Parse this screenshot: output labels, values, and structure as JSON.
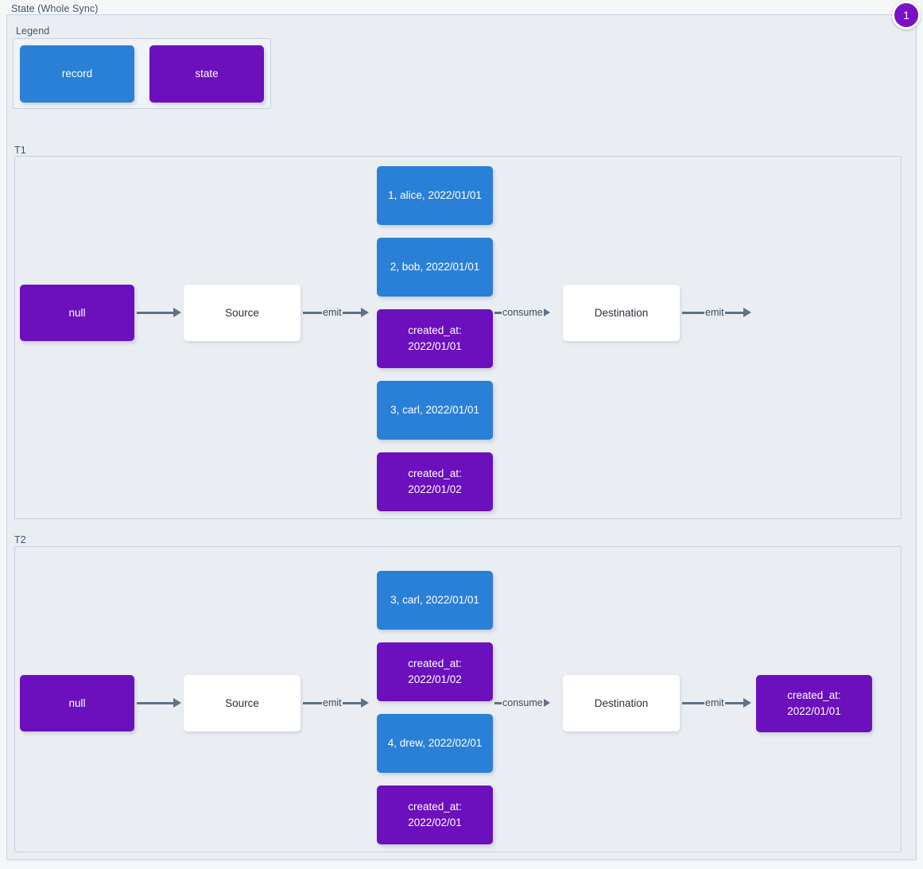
{
  "title": "State (Whole Sync)",
  "badge": {
    "value": "1"
  },
  "legend": {
    "label": "Legend",
    "items": [
      {
        "name": "record",
        "color": "#2a80d6"
      },
      {
        "name": "state",
        "color": "#6c0fbd"
      }
    ]
  },
  "edge_labels": {
    "emit": "emit",
    "consume": "consume",
    "blank": ""
  },
  "sections": [
    {
      "label": "T1",
      "initial_state": "null",
      "source": "Source",
      "destination": "Destination",
      "payload": [
        {
          "type": "record",
          "text": "1, alice, 2022/01/01"
        },
        {
          "type": "record",
          "text": "2, bob, 2022/01/01"
        },
        {
          "type": "state",
          "text": "created_at:\n2022/01/01"
        },
        {
          "type": "record",
          "text": "3, carl, 2022/01/01"
        },
        {
          "type": "state",
          "text": "created_at:\n2022/01/02"
        }
      ],
      "final_state": null
    },
    {
      "label": "T2",
      "initial_state": "null",
      "source": "Source",
      "destination": "Destination",
      "payload": [
        {
          "type": "record",
          "text": "3, carl, 2022/01/01"
        },
        {
          "type": "state",
          "text": "created_at:\n2022/01/02"
        },
        {
          "type": "record",
          "text": "4, drew, 2022/02/01"
        },
        {
          "type": "state",
          "text": "created_at:\n2022/02/01"
        }
      ],
      "final_state": "created_at:\n2022/01/01"
    }
  ]
}
